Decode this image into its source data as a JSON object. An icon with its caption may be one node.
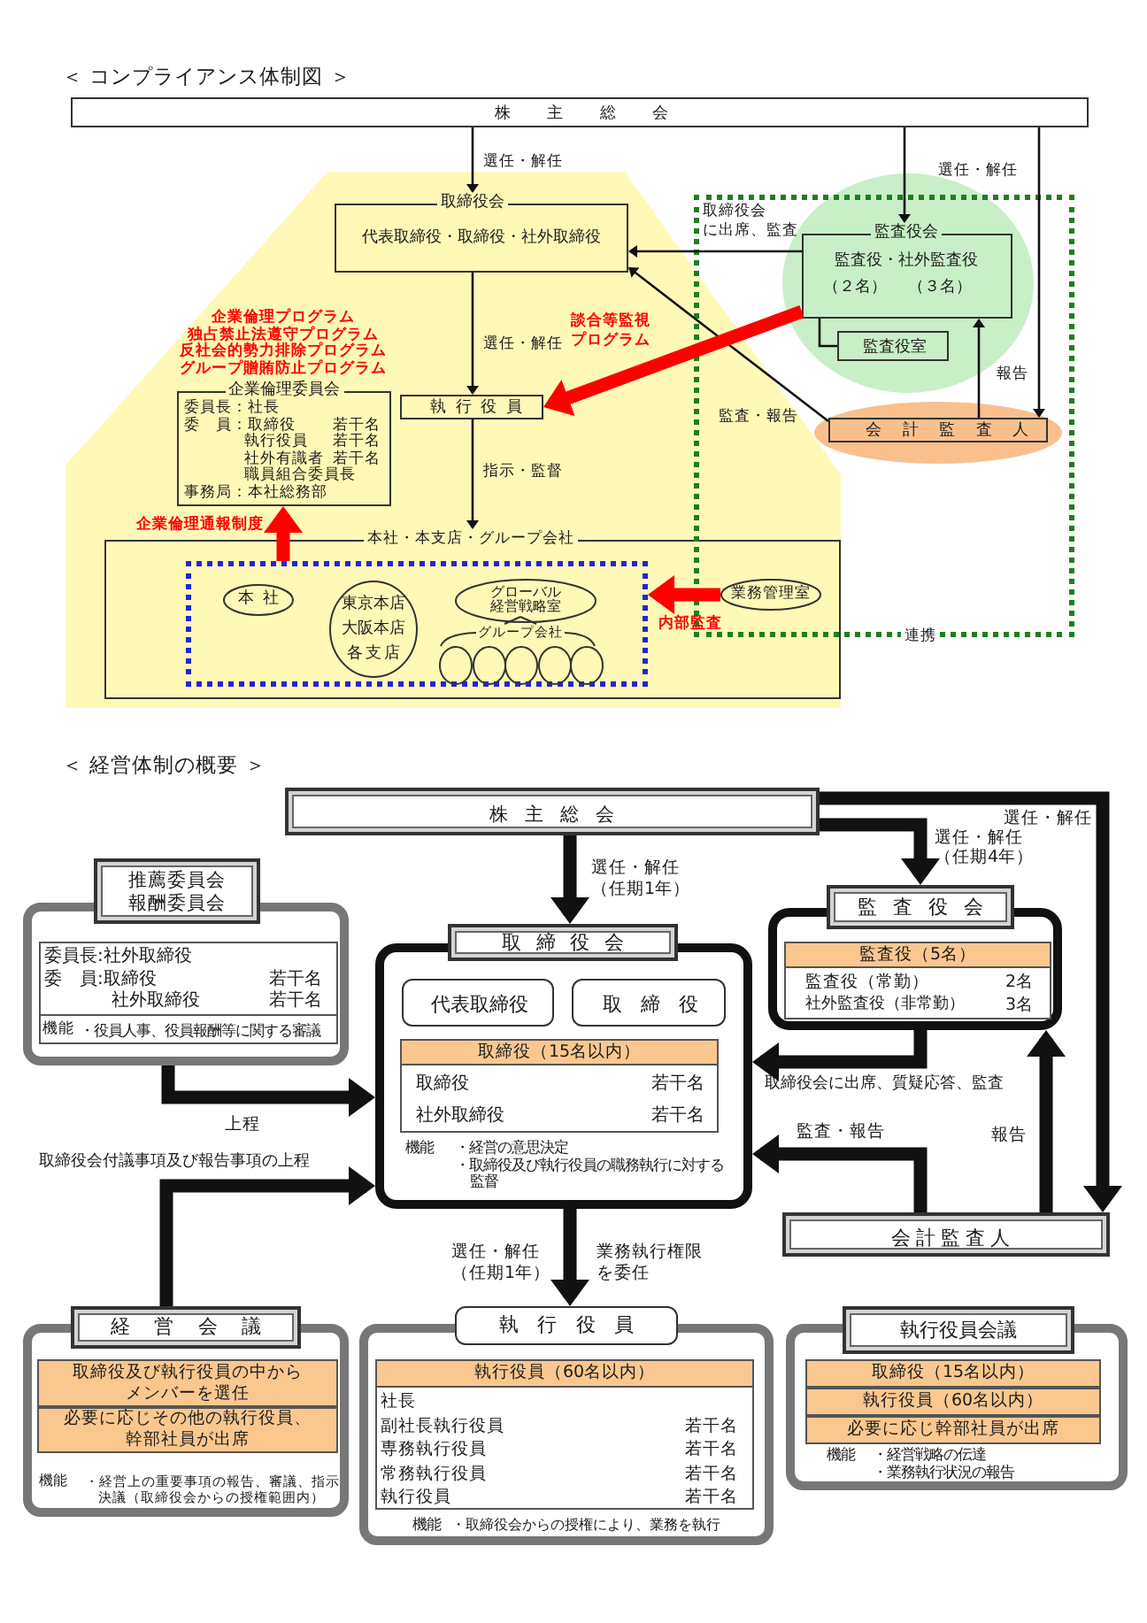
{
  "diagram": {
    "nodes": [
      {
        "text": [
          "株主総会"
        ]
      },
      {
        "text": [
          "取締役会",
          "代表取締役・取締役・社外取締役"
        ]
      },
      {
        "text": [],
        "shape": "circle"
      },
      {
        "text": [
          "監査役会",
          "監査役・社外監査役",
          "（２名）",
          "（３名）"
        ],
        "in": 2
      },
      {
        "text": [
          "監査役室"
        ],
        "in": 2
      },
      {
        "text": [
          "企業倫理委員会",
          "委員長：社長",
          "委　員：取締役",
          "若干名",
          "執行役員",
          "若干名",
          "社外有識者",
          "若干名",
          "職員組合委員長",
          "事務局：本社総務部"
        ],
        "beside": [
          "企業倫理プログラム",
          "独占禁止法遵守プログラム",
          "反社会的勢力排除プログラム",
          "グループ贈賄防止プログラム"
        ]
      },
      {
        "text": [
          "執行役員"
        ]
      },
      {
        "text": [],
        "shape": "ellipse"
      },
      {
        "text": [
          "会計監査人"
        ],
        "in": 7
      },
      {
        "text": [
          "本社・本支店・グループ会社"
        ]
      },
      {
        "text": [],
        "shape": "box",
        "in": 9
      },
      {
        "text": [
          "本社"
        ],
        "in": 10
      },
      {
        "text": [
          "東京本店",
          "大阪本店",
          "各支店"
        ],
        "in": 10
      },
      {
        "text": [
          "グローバル経営戦略室"
        ],
        "in": 10
      },
      {
        "text": [],
        "shape": "circle",
        "in": 10
      },
      {
        "text": [],
        "shape": "circle",
        "in": 10
      },
      {
        "text": [],
        "shape": "circle",
        "in": 10
      },
      {
        "text": [],
        "shape": "circle",
        "in": 10
      },
      {
        "text": [],
        "shape": "circle",
        "in": 10
      },
      {
        "text": [
          "業務管理室"
        ],
        "in": 9
      },
      {
        "text": [
          "株主総会"
        ]
      },
      {
        "text": [
          "推薦委員会",
          "報酬委員会",
          "委員長:社外取締役",
          "委　員:取締役",
          "若干名",
          "社外取締役",
          "若干名",
          "機能",
          "・役員人事、役員報酬等に関する審議"
        ]
      },
      {
        "text": [
          "取締役会",
          "取締役（15名以内）",
          "取締役",
          "若干名",
          "社外取締役",
          "若干名",
          "機能",
          "・経営の意思決定",
          "・取締役及び執行役員の職務執行に対する監督"
        ]
      },
      {
        "text": [
          "代表取締役"
        ],
        "in": 22
      },
      {
        "text": [
          "取締役"
        ],
        "in": 22
      },
      {
        "text": [
          "監査役会",
          "監査役（5名）",
          "監査役（常勤）",
          "2名",
          "社外監査役（非常勤）",
          "3名"
        ]
      },
      {
        "text": [
          "会計監査人"
        ]
      },
      {
        "text": [
          "経営会議",
          "取締役及び執行役員の中からメンバーを選任",
          "必要に応じその他の執行役員、幹部社員が出席",
          "機能",
          "・経営上の重要事項の報告、審議、指示決議（取締役会からの授権範囲内）"
        ]
      },
      {
        "text": [
          "執行役員",
          "執行役員（60名以内）",
          "社長",
          "副社長執行役員",
          "若干名",
          "専務執行役員",
          "若干名",
          "常務執行役員",
          "若干名",
          "執行役員",
          "若干名",
          "機能",
          "・取締役会からの授権により、業務を執行"
        ]
      },
      {
        "text": [
          "執行役員会議",
          "取締役（15名以内）",
          "執行役員（60名以内）",
          "必要に応じ幹部社員が出席",
          "機能",
          "・経営戦略の伝達",
          "・業務執行状況の報告"
        ]
      }
    ],
    "edges": [
      {
        "from": 0,
        "to": 1,
        "arrow": "to",
        "label": "選任・解任"
      },
      {
        "from": 0,
        "to": 3,
        "arrow": "to"
      },
      {
        "from": 0,
        "to": 8,
        "arrow": "to",
        "label": "選任・解任"
      },
      {
        "from": 3,
        "to": 1,
        "arrow": "to",
        "label": "取締役会に出席、監査"
      },
      {
        "from": 3,
        "to": 4,
        "arrow": "none"
      },
      {
        "from": 8,
        "to": 1,
        "arrow": "to",
        "label": "監査・報告"
      },
      {
        "from": 8,
        "to": 3,
        "arrow": "to",
        "label": "報告"
      },
      {
        "from": 3,
        "to": 6,
        "arrow": "to",
        "label": "談合等監視プログラム",
        "color": "#ff0000"
      },
      {
        "from": 1,
        "to": 6,
        "arrow": "to",
        "label": "選任・解任"
      },
      {
        "from": 6,
        "to": 9,
        "arrow": "to",
        "label": "指示・監督"
      },
      {
        "from": 10,
        "to": 5,
        "arrow": "to",
        "label": "企業倫理通報制度",
        "color": "#ff0000"
      },
      {
        "from": 19,
        "to": 10,
        "arrow": "to",
        "label": "内部監査",
        "color": "#ff0000"
      },
      {
        "from": 20,
        "to": 22,
        "arrow": "to",
        "label": "選任・解任（任期1年）"
      },
      {
        "from": 20,
        "to": 25,
        "arrow": "to",
        "label": "選任・解任（任期4年）"
      },
      {
        "from": 20,
        "to": 26,
        "arrow": "to",
        "label": "選任・解任"
      },
      {
        "from": 21,
        "to": 22,
        "arrow": "to",
        "label": "上程"
      },
      {
        "from": 25,
        "to": 22,
        "arrow": "to",
        "label": "取締役会に出席、質疑応答、監査"
      },
      {
        "from": 26,
        "to": 22,
        "arrow": "to",
        "label": "監査・報告"
      },
      {
        "from": 26,
        "to": 25,
        "arrow": "to",
        "label": "報告"
      },
      {
        "from": 27,
        "to": 22,
        "arrow": "to",
        "label": "取締役会付議事項及び報告事項の上程"
      },
      {
        "from": 22,
        "to": 28,
        "arrow": "to",
        "label": "選任・解任（任期1年）"
      }
    ],
    "labels": [
      "＜ コンプライアンス体制図 ＞",
      "グループ会社",
      "連携",
      "＜ 経営体制の概要 ＞",
      "業務執行権限を委任"
    ]
  }
}
